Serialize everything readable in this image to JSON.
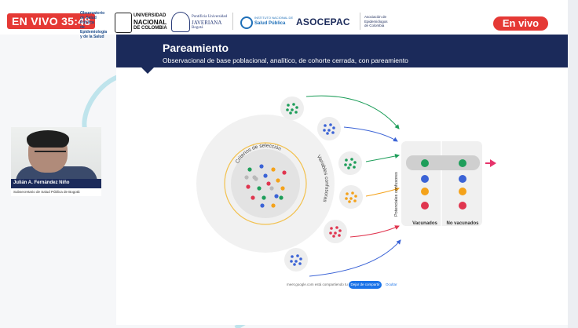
{
  "live_counter": "EN VIVO 35:48",
  "live_button": "En vivo",
  "logos": {
    "observatorio": [
      "Observatorio",
      "de Salud Pública",
      "de Epidemiología",
      "y de la Salud"
    ],
    "unal": [
      "UNIVERSIDAD",
      "NACIONAL",
      "DE COLOMBIA"
    ],
    "javeriana": [
      "Pontificia Universidad",
      "JAVERIANA",
      "Bogotá"
    ],
    "ins": [
      "INSTITUTO NACIONAL DE",
      "Salud Pública"
    ],
    "asocepac": "ASOCEPAC",
    "asocepac_sub": [
      "Asociación de",
      "Epidemiólogos",
      "de Colombia"
    ]
  },
  "slide": {
    "title": "Pareamiento",
    "subtitle": "Observacional de base poblacional, analítico, de cohorte cerrada, con pareamiento",
    "diagram": {
      "criteria_label": "Criterios de selección",
      "confounders_label": "Variables confusoras",
      "potential_label": "Potenciales confusores",
      "vaccinated_label": "Vacunados",
      "unvaccinated_label": "No vacunados",
      "colors": {
        "green": "#1e9e5a",
        "blue": "#3b63d6",
        "orange": "#f4a21a",
        "red": "#e0354f"
      }
    },
    "share_bar": {
      "text": "meet.google.com está compartiendo tu pantalla",
      "stop_button": "Dejar de compartir",
      "hide_link": "Ocultar"
    }
  },
  "presenter": {
    "name": "Julián A. Fernández Niño",
    "role": "Subsecretario de Salud Pública de Bogotá"
  }
}
